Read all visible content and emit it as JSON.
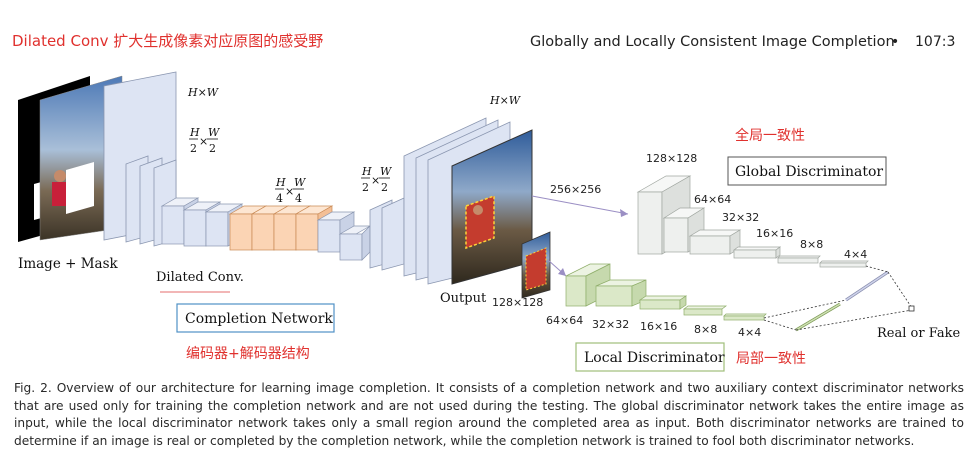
{
  "annotations": {
    "top_left": "Dilated Conv 扩大生成像素对应原图的感受野",
    "global_consistency": "全局一致性",
    "encoder_decoder": "编码器+解码器结构",
    "local_consistency": "局部一致性"
  },
  "header": {
    "title": "Globally and Locally Consistent Image Completion",
    "bullet": "•",
    "page": "107:3"
  },
  "labels": {
    "image_mask": "Image + Mask",
    "dilated_conv": "Dilated Conv.",
    "completion_network": "Completion Network",
    "output": "Output",
    "global_discriminator": "Global Discriminator",
    "local_discriminator": "Local Discriminator",
    "real_or_fake": "Real or Fake"
  },
  "dims": {
    "hw_top": "H×W",
    "half_num": "H",
    "half_num2": "W",
    "half_den": "2",
    "quarter_den": "4",
    "times": "×",
    "out_hw": "H×W",
    "g256": "256×256",
    "g128": "128×128",
    "g64": "64×64",
    "g32": "32×32",
    "g16": "16×16",
    "g8": "8×8",
    "g4": "4×4",
    "l128": "128×128",
    "l64": "64×64",
    "l32": "32×32",
    "l16": "16×16",
    "l8": "8×8",
    "l4": "4×4"
  },
  "colors": {
    "annotation_red": "#e0312e",
    "encoder_block": "#dde4f3",
    "dilated_block": "#fbd4b4",
    "global_block": "#eef0ee",
    "local_block": "#dbe8c8",
    "completion_border": "#4f91c6",
    "local_border": "#9fbf7a"
  },
  "caption": {
    "fig": "Fig. 2.",
    "text": "Overview of our architecture for learning image completion. It consists of a completion network and two auxiliary context discriminator networks that are used only for training the completion network and are not used during the testing. The global discriminator network takes the entire image as input, while the local discriminator network takes only a small region around the completed area as input. Both discriminator networks are trained to determine if an image is real or completed by the completion network, while the completion network is trained to fool both discriminator networks."
  }
}
